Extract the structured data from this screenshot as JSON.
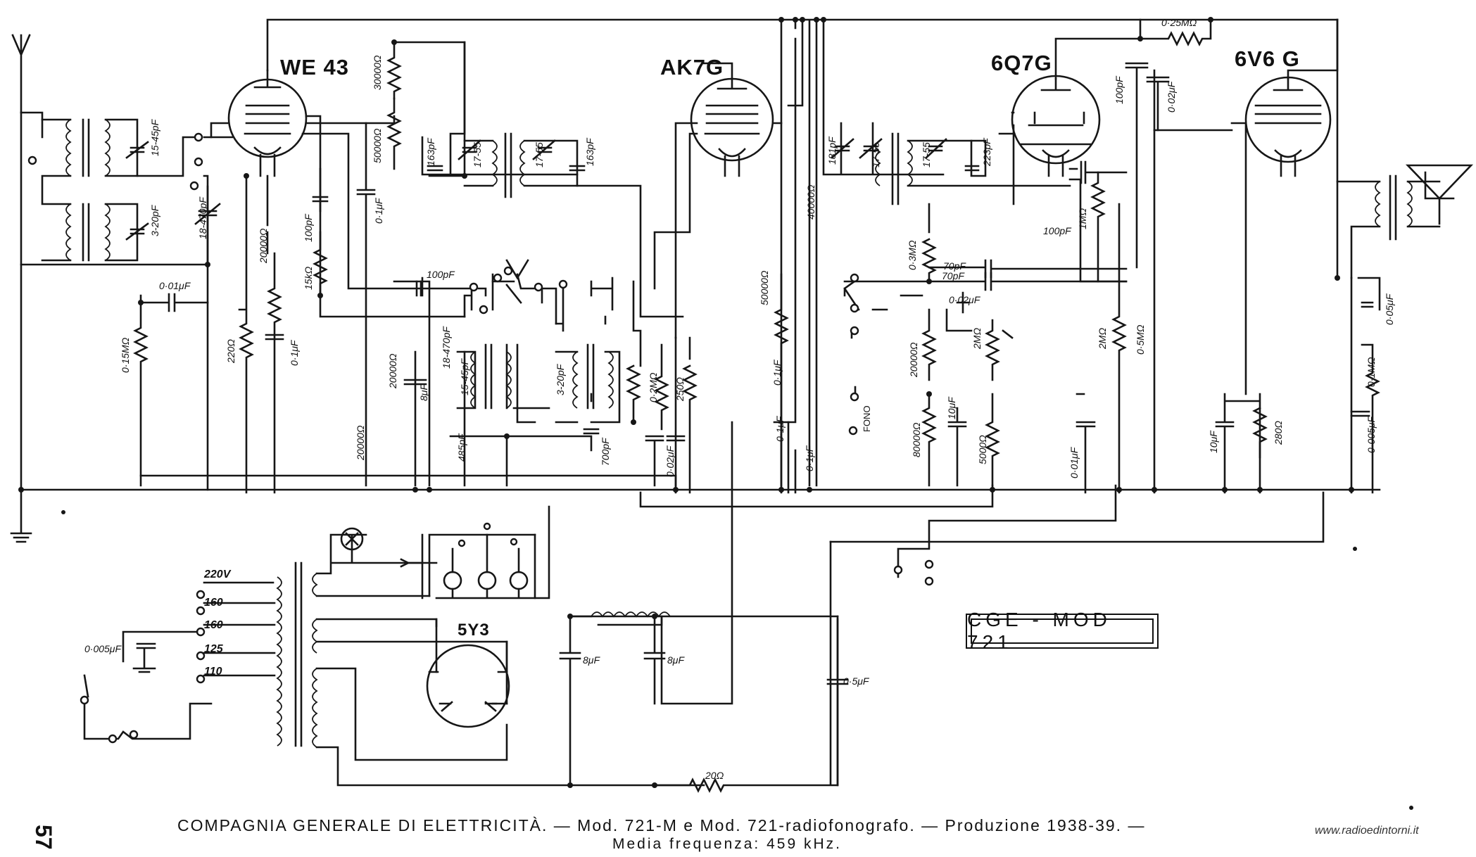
{
  "tubes": {
    "we43": "WE 43",
    "ak7g": "AK7G",
    "q7g": "6Q7G",
    "v6g": "6V6 G",
    "y3": "5Y3"
  },
  "values": {
    "r_30000_a": "30000Ω",
    "r_50000_a": "50000Ω",
    "c_163pf_a": "163pF",
    "c_1755_a": "17-55",
    "c_1755_b": "17-55",
    "c_163pf_b": "163pF",
    "c_181pf": "181pF",
    "c_1755_c": "17-55",
    "c_1755_d": "17-55",
    "c_223pf": "223pF",
    "c_01uf_a": "0·1μF",
    "c_100pf_top": "100pF",
    "r_025m": "0·25MΩ",
    "c_002uf_top": "0·02μF",
    "c_15_45pf": "15-45pF",
    "c_3_20pf": "3-20pF",
    "c_18_470pf": "18-470pF",
    "c_001uf_a": "0·01μF",
    "r_015m": "0·15MΩ",
    "r_220": "220Ω",
    "r_20000_a": "20000Ω",
    "c_01uf_b": "0·1μF",
    "c_100pf_b": "100pF",
    "r_15k": "15kΩ",
    "r_20000_b": "20000Ω",
    "c_100pf_c": "100pF",
    "c_18_470pf_b": "18-470pF",
    "c_8uf_a": "8μF",
    "c_15_45pf_b": "15-45pF",
    "c_485pf": "485pF",
    "c_3_20pf_b": "3-20pF",
    "c_700pf": "700pF",
    "r_20000_c": "20000Ω",
    "r_02m": "0·2MΩ",
    "r_250": "250Ω",
    "c_002uf_b": "0·02μF",
    "r_50000_b": "50000Ω",
    "r_40000": "40000Ω",
    "c_01uf_c": "0·1μF",
    "c_01uf_d": "0·1μF",
    "c_01uf_e": "0·1μF",
    "c_70pf_a": "70pF",
    "c_70pf_b": "70pF",
    "c_002uf_c": "0·02μF",
    "r_03m": "0·3MΩ",
    "r_1m": "1MΩ",
    "c_100pf_d": "100pF",
    "r_2m_a": "2MΩ",
    "r_2m_b": "2MΩ",
    "r_20000_d": "20000Ω",
    "r_80000": "80000Ω",
    "c_10uf": "10μF",
    "r_5000": "5000Ω",
    "c_001uf_b": "0·01μF",
    "r_05m": "0·5MΩ",
    "c_10uf_b": "10μF",
    "r_280": "280Ω",
    "c_0005uf_a": "0·005μF",
    "r_01m": "0·1MΩ",
    "c_005uf": "0·05μF",
    "c_0005uf_b": "0·005μF",
    "c_8uf_b": "8μF",
    "c_8uf_c": "8μF",
    "c_05uf": "0·5μF",
    "r_20": "20Ω",
    "fono": "FONO"
  },
  "mains_taps": [
    "220V",
    "160",
    "160",
    "125",
    "110"
  ],
  "model_box": "CGE - MOD 721",
  "caption": {
    "line1": "COMPAGNIA GENERALE DI ELETTRICITÀ. — Mod. 721-M e Mod. 721-radiofonografo. — Produzione 1938-39. —",
    "line2": "Media frequenza: 459 kHz."
  },
  "page_number": "57",
  "watermark": "www.radioedintorni.it"
}
